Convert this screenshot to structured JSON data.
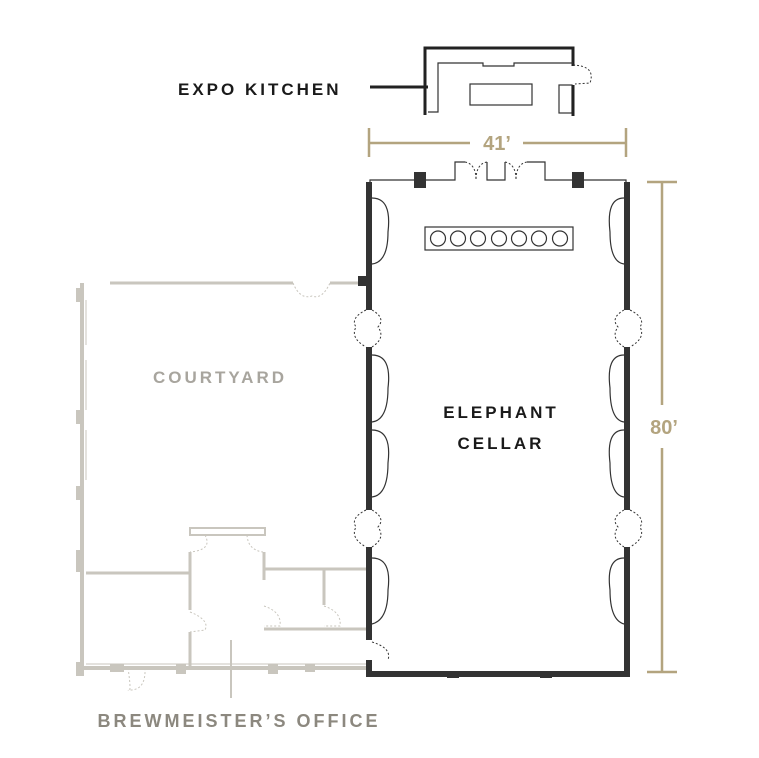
{
  "rooms": {
    "expo_kitchen": "EXPO KITCHEN",
    "courtyard": "COURTYARD",
    "elephant_cellar_line1": "ELEPHANT",
    "elephant_cellar_line2": "CELLAR",
    "brewmeisters_office": "BREWMEISTER’S OFFICE"
  },
  "dimensions": {
    "width": "41’",
    "length": "80’"
  },
  "colors": {
    "wall_dark": "#333333",
    "wall_light": "#c9c6be",
    "dimension": "#b3a47f",
    "label_light": "#a8a59e",
    "label_office": "#8c887f"
  }
}
